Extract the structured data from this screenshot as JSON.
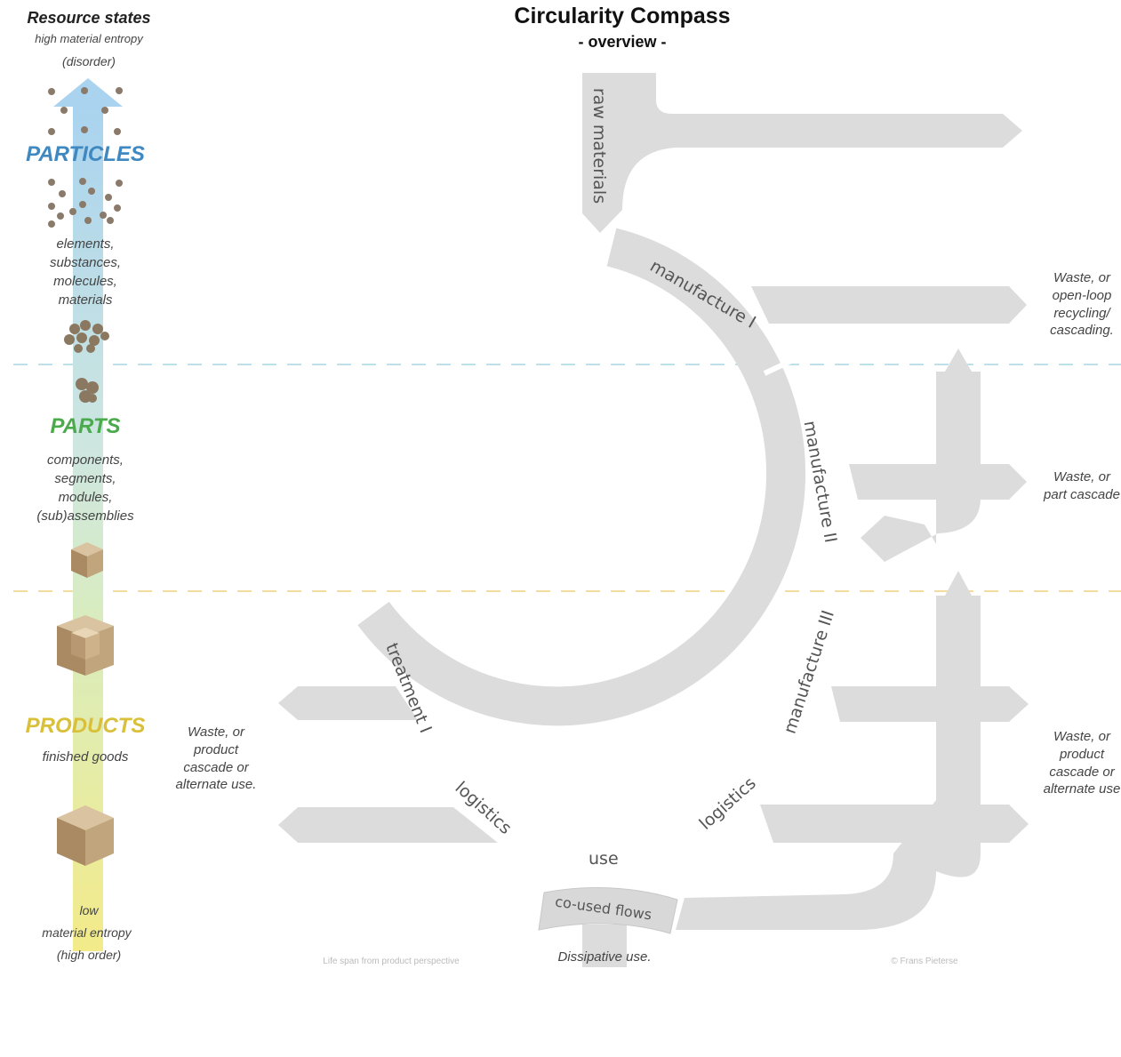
{
  "title": "Circularity Compass",
  "subtitle": "- overview -",
  "sidebar": {
    "heading": "Resource states",
    "top_entropy_line1": "high material entropy",
    "top_entropy_line2": "(disorder)",
    "particles": {
      "label": "PARTICLES",
      "color": "#3f88c0",
      "desc": [
        "elements,",
        "substances,",
        "molecules,",
        "materials"
      ]
    },
    "parts": {
      "label": "PARTS",
      "color": "#4aaa4c",
      "desc": [
        "components,",
        "segments,",
        "modules,",
        "(sub)assemblies"
      ]
    },
    "products": {
      "label": "PRODUCTS",
      "color": "#d9bf3a",
      "desc": [
        "finished goods"
      ]
    },
    "bottom_entropy_line1": "low",
    "bottom_entropy_line2": "material entropy",
    "bottom_entropy_line3": "(high order)"
  },
  "stages": {
    "raw": "raw materials",
    "m1": "manufacture I",
    "m2": "manufacture II",
    "m3": "manufacture III",
    "log_right": "logistics",
    "use": "use",
    "log_left": "logistics",
    "treatment": "treatment I",
    "coused": "co-used flows"
  },
  "side_labels": {
    "r1": [
      "Waste, or",
      "open-loop",
      "recycling/",
      "cascading."
    ],
    "r2": [
      "Waste, or",
      "part cascade"
    ],
    "r3": [
      "Waste, or",
      "product",
      "cascade or",
      "alternate use"
    ],
    "left": [
      "Waste, or",
      "product",
      "cascade or",
      "alternate use."
    ],
    "bottom": "Dissipative use.",
    "footnote_left": "Life span from product perspective",
    "footnote_right": "© Frans Pieterse"
  },
  "colors": {
    "arrow": "#dcdcdc",
    "dash_blue": "#bde0ea",
    "dash_yellow": "#f3dca0"
  }
}
